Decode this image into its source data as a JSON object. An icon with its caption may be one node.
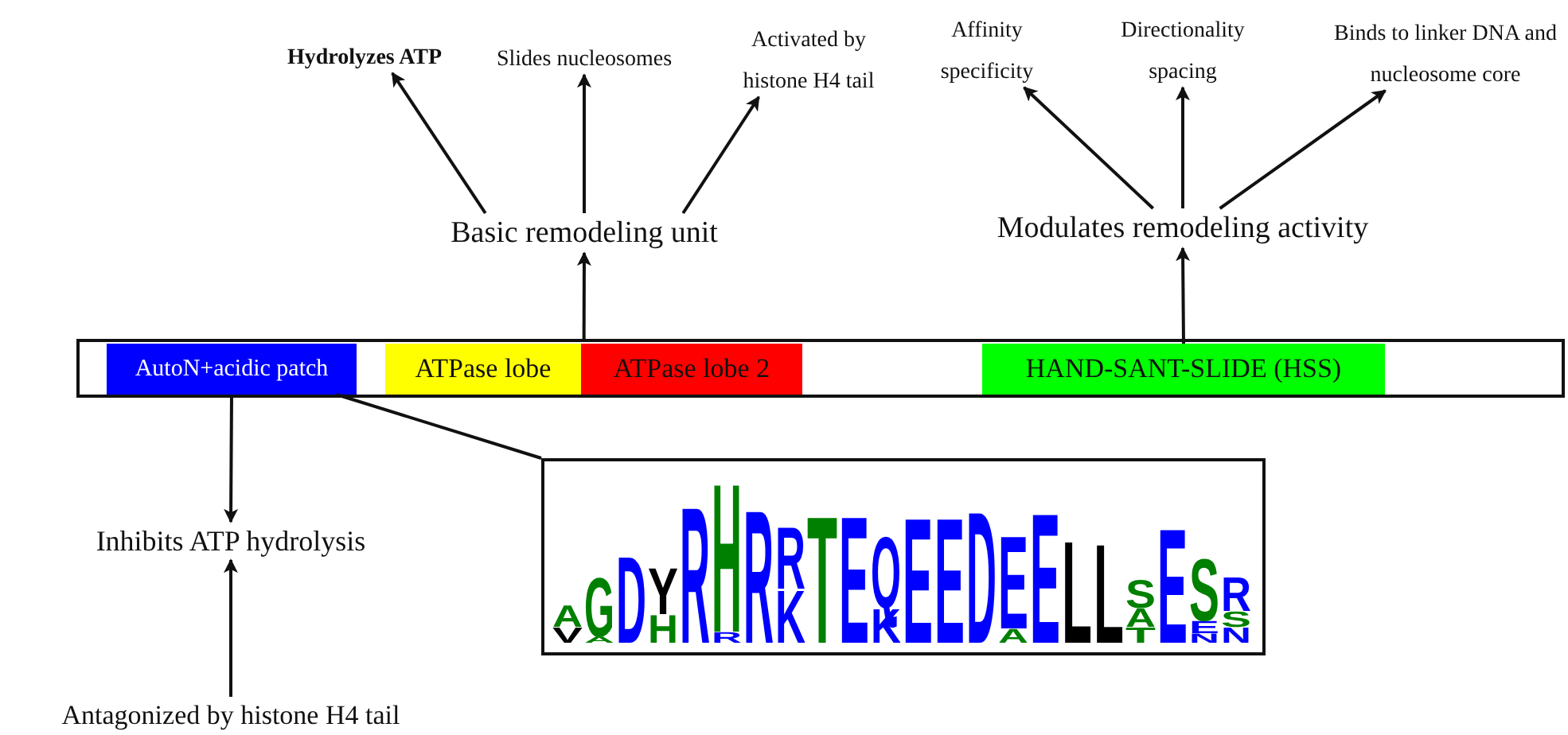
{
  "diagram": {
    "nodes": [
      {
        "text": [],
        "shape": "bar"
      },
      {
        "text": [
          "AutoN+acidic patch"
        ],
        "in": 0
      },
      {
        "text": [
          "ATPase lobe"
        ],
        "in": 0
      },
      {
        "text": [
          "ATPase lobe 2"
        ],
        "in": 0
      },
      {
        "text": [
          "HAND-SANT-SLIDE (HSS)"
        ],
        "in": 0
      },
      {
        "text": [
          "Basic remodeling unit"
        ]
      },
      {
        "text": [
          "Hydrolyzes ATP"
        ]
      },
      {
        "text": [
          "Slides nucleosomes"
        ]
      },
      {
        "text": [
          "Activated by histone H4 tail"
        ]
      },
      {
        "text": [
          "Modulates remodeling activity"
        ]
      },
      {
        "text": [
          "Affinity specificity"
        ]
      },
      {
        "text": [
          "Directionality spacing"
        ]
      },
      {
        "text": [
          "Binds to linker DNA and nucleosome core"
        ]
      },
      {
        "text": [
          "Inhibits ATP hydrolysis"
        ]
      },
      {
        "text": [
          "Antagonized by histone H4 tail"
        ]
      },
      {
        "text": [],
        "shape": "box"
      }
    ],
    "edges": [
      {
        "from": 0,
        "to": 5,
        "arrow": "to"
      },
      {
        "from": 5,
        "to": 6,
        "arrow": "to"
      },
      {
        "from": 5,
        "to": 7,
        "arrow": "to"
      },
      {
        "from": 5,
        "to": 8,
        "arrow": "to"
      },
      {
        "from": 4,
        "to": 9,
        "arrow": "to"
      },
      {
        "from": 9,
        "to": 10,
        "arrow": "to"
      },
      {
        "from": 9,
        "to": 11,
        "arrow": "to"
      },
      {
        "from": 9,
        "to": 12,
        "arrow": "to"
      },
      {
        "from": 1,
        "to": 13,
        "arrow": "to"
      },
      {
        "from": 14,
        "to": 13,
        "arrow": "to"
      },
      {
        "from": 1,
        "to": 15,
        "arrow": "none"
      }
    ]
  }
}
